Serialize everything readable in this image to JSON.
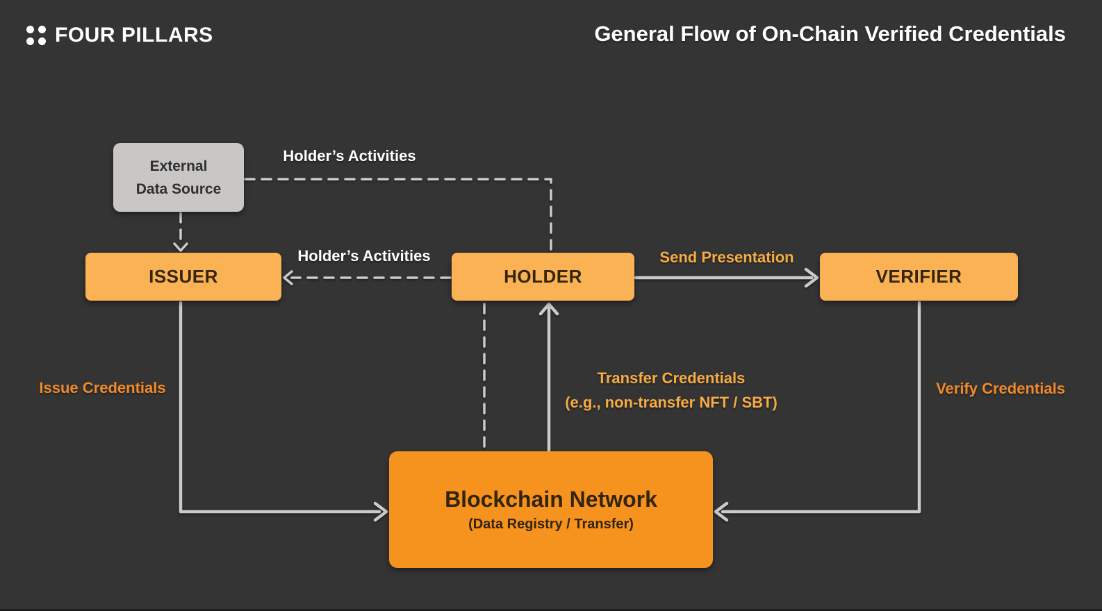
{
  "header": {
    "brand": "FOUR PILLARS",
    "title": "General Flow of On-Chain Verified Credentials"
  },
  "nodes": {
    "external_data_source": {
      "line1": "External",
      "line2": "Data Source"
    },
    "issuer": {
      "label": "ISSUER"
    },
    "holder": {
      "label": "HOLDER"
    },
    "verifier": {
      "label": "VERIFIER"
    },
    "blockchain": {
      "label": "Blockchain Network",
      "sublabel": "(Data Registry / Transfer)"
    }
  },
  "edges": {
    "eds_to_issuer": {
      "style": "dashed"
    },
    "eds_to_holder": {
      "style": "dashed",
      "label_key": "holders_activities_top"
    },
    "holders_activities_top": {
      "label": "Holder’s Activities"
    },
    "holders_activities_mid": {
      "label": "Holder’s Activities"
    },
    "send_presentation": {
      "label": "Send Presentation",
      "style": "solid"
    },
    "issue_credentials": {
      "label": "Issue Credentials",
      "style": "solid"
    },
    "transfer_credentials": {
      "label": "Transfer Credentials",
      "sublabel": "(e.g., non-transfer NFT / SBT)",
      "style": "solid"
    },
    "verify_credentials": {
      "label": "Verify Credentials",
      "style": "solid"
    },
    "holder_to_blockchain": {
      "style": "dashed"
    }
  },
  "colors": {
    "bg": "#343434",
    "box_amber": "#FBB254",
    "box_orange": "#F6921E",
    "box_gray": "#C9C7C6",
    "line_gray": "#CBCBCB",
    "label_orange_light": "#F7AB43",
    "label_orange_deep": "#F2892A",
    "box_text": "#33250E",
    "white": "#FFFFFF"
  }
}
